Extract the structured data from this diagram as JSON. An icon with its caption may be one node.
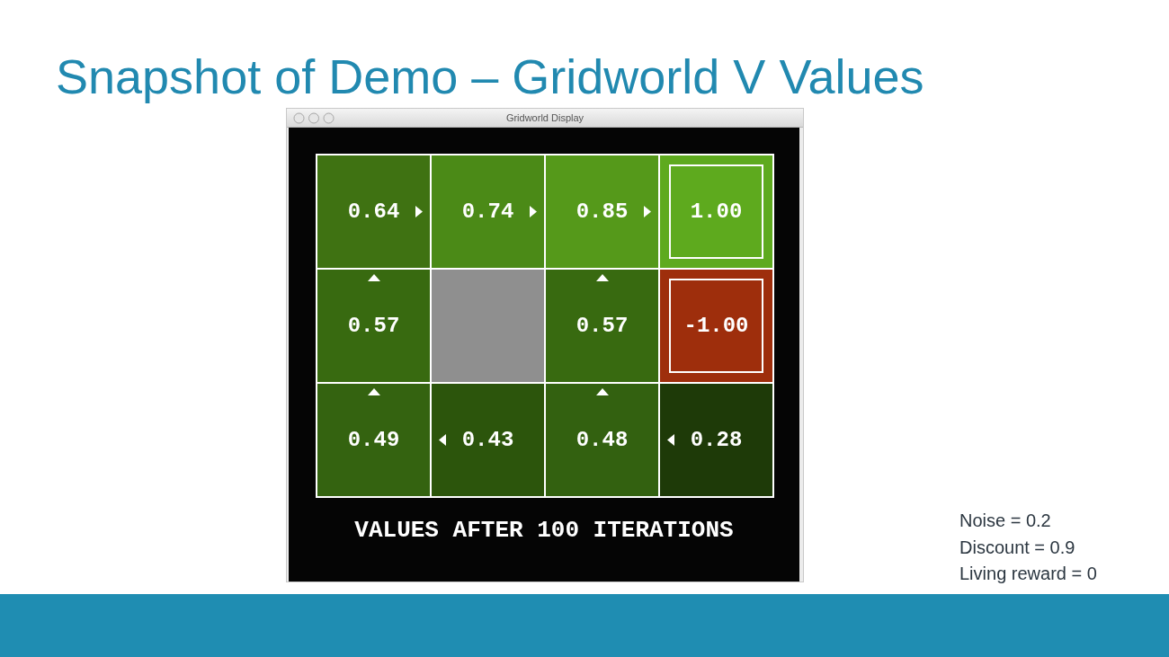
{
  "diagram": {
    "title": "Snapshot of Demo – Gridworld V Values",
    "nodes": [
      {
        "text": [
          "Gridworld Display",
          "VALUES AFTER 100 ITERATIONS"
        ]
      },
      {
        "text": [
          "0.64"
        ],
        "in": 0
      },
      {
        "text": [
          "0.74"
        ],
        "in": 0
      },
      {
        "text": [
          "0.85"
        ],
        "in": 0
      },
      {
        "text": [
          "1.00"
        ],
        "in": 0
      },
      {
        "text": [
          "0.57"
        ],
        "in": 0
      },
      {
        "text": [],
        "shape": "box",
        "in": 0
      },
      {
        "text": [
          "0.57"
        ],
        "in": 0
      },
      {
        "text": [
          "-1.00"
        ],
        "in": 0
      },
      {
        "text": [
          "0.49"
        ],
        "in": 0
      },
      {
        "text": [
          "0.43"
        ],
        "in": 0
      },
      {
        "text": [
          "0.48"
        ],
        "in": 0
      },
      {
        "text": [
          "0.28"
        ],
        "in": 0
      }
    ],
    "edges": [],
    "labels": [
      "Noise = 0.2",
      "Discount = 0.9",
      "Living reward = 0"
    ]
  }
}
